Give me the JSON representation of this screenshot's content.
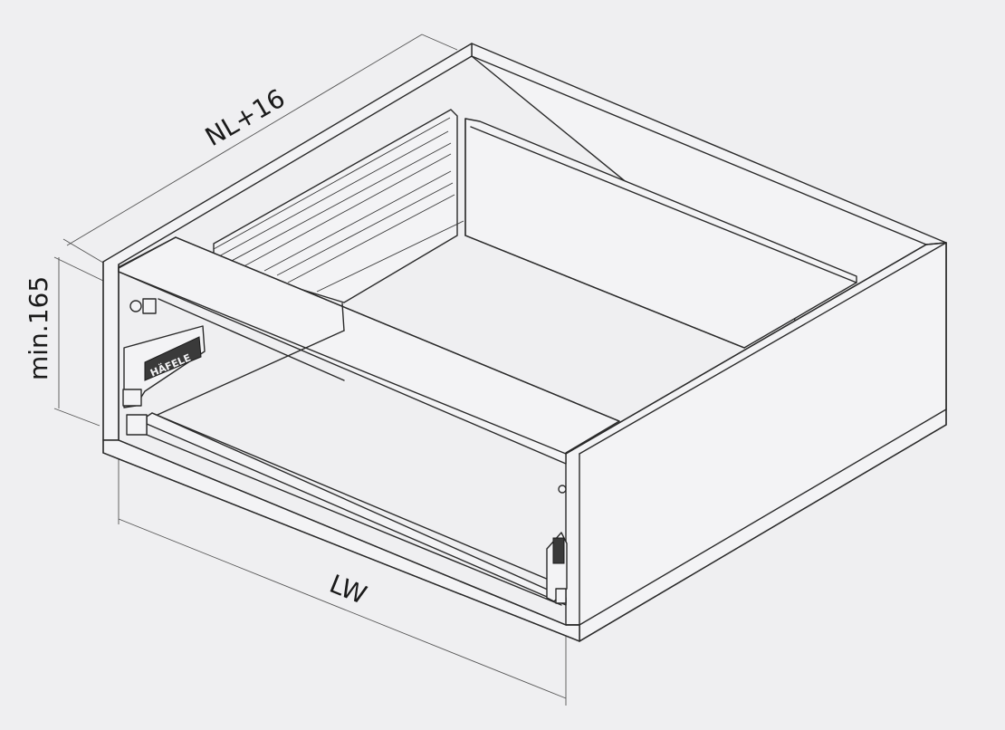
{
  "dimensions": {
    "depth_label": "NL+16",
    "height_label": "min.165",
    "width_label": "LW"
  },
  "brand": "HÄFELE",
  "colors": {
    "background": "#efeff1",
    "line": "#2a2a2a"
  }
}
